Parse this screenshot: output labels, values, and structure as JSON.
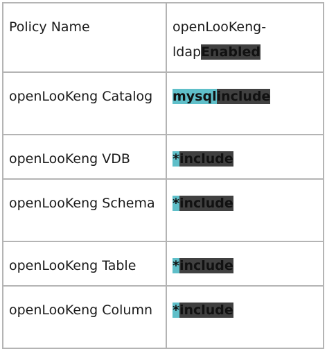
{
  "table": {
    "header": {
      "label": "Policy Name",
      "value_text": "openLooKeng-ldap",
      "value_tag": "Enabled",
      "tag_dark_color": "#404040"
    },
    "rows": [
      {
        "label": "openLooKeng Catalog",
        "cyan_tag": "mysql",
        "dark_tag": "include"
      },
      {
        "label": "openLooKeng VDB",
        "cyan_tag": "*",
        "dark_tag": "include"
      },
      {
        "label": "openLooKeng Schema",
        "cyan_tag": "*",
        "dark_tag": "include"
      },
      {
        "label": "openLooKeng Table",
        "cyan_tag": "*",
        "dark_tag": "include"
      },
      {
        "label": "openLooKeng Column",
        "cyan_tag": "*",
        "dark_tag": "include"
      }
    ],
    "tag_cyan_color": "#5fbfc9",
    "border_color": "#b4b4b4"
  }
}
